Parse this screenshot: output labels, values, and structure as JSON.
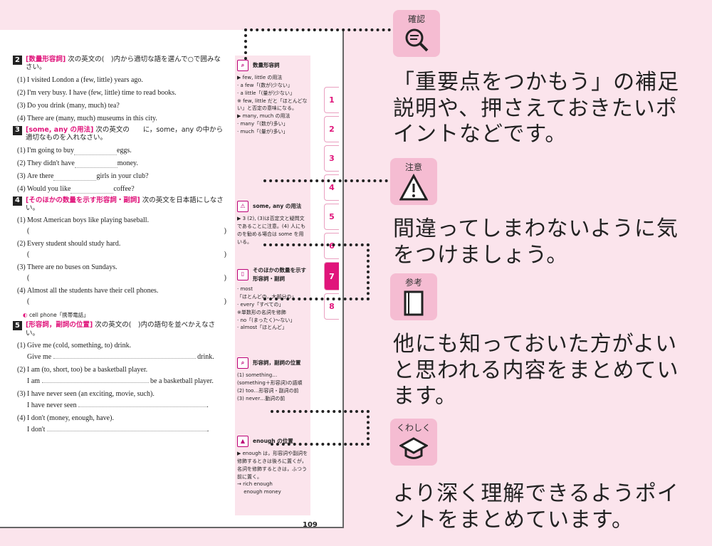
{
  "worksheet": {
    "sections": [
      {
        "num": "2",
        "tag": "[数量形容詞]",
        "instr": "次の英文の(　)内から適切な語を選んで○で囲みなさい。",
        "items": [
          "I visited London a (few, little) years ago.",
          "I'm very busy. I have (few, little) time to read books.",
          "Do you drink (many, much) tea?",
          "There are (many, much) museums in this city."
        ]
      },
      {
        "num": "3",
        "tag": "[some, any の用法]",
        "instr": "次の英文の　　に，some，any の中から適切なものを入れなさい。",
        "items": [
          {
            "a": "I'm going to buy",
            "b": "eggs."
          },
          {
            "a": "They didn't have",
            "b": "money."
          },
          {
            "a": "Are there",
            "b": "girls in your club?"
          },
          {
            "a": "Would you like",
            "b": "coffee?"
          }
        ]
      },
      {
        "num": "4",
        "tag": "[そのほかの数量を示す形容詞・副詞]",
        "instr": "次の英文を日本語にしなさい。",
        "items": [
          "Most American boys like playing baseball.",
          "Every student should study hard.",
          "There are no buses on Sundays.",
          "Almost all the students have their cell phones."
        ],
        "note": "cell phone「携帯電話」"
      },
      {
        "num": "5",
        "tag": "[形容詞，副詞の位置]",
        "instr": "次の英文の(　)内の語句を並べかえなさい。",
        "items": [
          {
            "q": "Give me (cold, something, to) drink.",
            "a": "Give me",
            "b": "drink."
          },
          {
            "q": "I am (to, short, too) be a basketball player.",
            "a": "I am",
            "b": "be a basketball player."
          },
          {
            "q": "I have never seen (an exciting, movie, such).",
            "a": "I have never seen",
            "b": "."
          },
          {
            "q": "I don't (money, enough, have).",
            "a": "I don't",
            "b": "."
          }
        ]
      }
    ],
    "qnums": [
      "(1)",
      "(2)",
      "(3)",
      "(4)"
    ],
    "paren_open": "(",
    "paren_close": ")",
    "page_number": "109"
  },
  "side": {
    "b1": {
      "icon": "確認",
      "title": "数量形容詞",
      "lines": [
        "▶ few, little の用法",
        "· a few「(数が)少ない」",
        "· a little「(量が)少ない」",
        "※ few, little だと「ほとんどない」と否定の意味になる。",
        "▶ many, much の用法",
        "· many「(数が)多い」",
        "· much「(量が)多い」"
      ]
    },
    "b2": {
      "icon": "注意",
      "title": "some, any の用法",
      "lines": [
        "▶ 3 (2), (3)は否定文と疑問文であることに注意。(4) 人にものを勧める場合は some を用いる。"
      ]
    },
    "b3": {
      "icon": "参考",
      "title": "そのほかの数量を示す形容詞・副詞",
      "lines": [
        "· most",
        "「ほとんどの，大部分の」",
        "· every「すべての」",
        "※単数形の名詞を修飾",
        "· no「(まったく)〜ない」",
        "· almost「ほとんど」"
      ]
    },
    "b4": {
      "icon": "確認",
      "title": "形容詞，副詞の位置",
      "lines": [
        "(1) something…",
        "(something＋形容詞)の語順",
        "(2) too…形容詞・副詞の前",
        "(3) never…動詞の前"
      ]
    },
    "b5": {
      "icon": "くわしく",
      "title": "enough の位置",
      "lines": [
        "▶ enough は，形容詞や副詞を修飾するときは後ろに置くが，名詞を修飾するときは，ふつう前に置く。",
        "→ rich enough",
        "　 enough money"
      ]
    }
  },
  "tabs": [
    "1",
    "2",
    "3",
    "4",
    "5",
    "6",
    "7",
    "8"
  ],
  "legend": [
    {
      "label": "確認",
      "text": "「重要点をつかもう」の補足説明や、押さえておきたいポイントなどです。"
    },
    {
      "label": "注意",
      "text": "間違ってしまわないように気をつけましょう。"
    },
    {
      "label": "参考",
      "text": "他にも知っておいた方がよいと思われる内容をまとめています。"
    },
    {
      "label": "くわしく",
      "text": "より深く理解できるようポイントをまとめています。"
    }
  ],
  "colors": {
    "accent": "#e0157b",
    "background": "#fbe4ec",
    "icon_bg": "#f5bcd2"
  }
}
